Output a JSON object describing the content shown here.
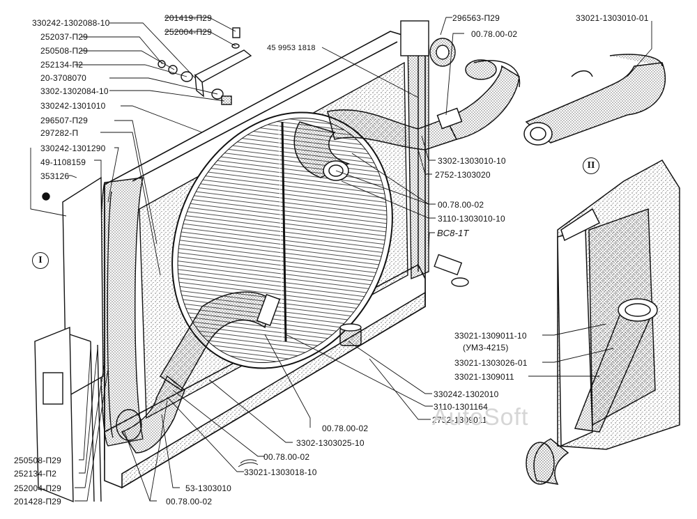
{
  "labels": {
    "l1": "330242-1302088-10",
    "l2": "252037-П29",
    "l3": "250508-П29",
    "l4": "252134-П2",
    "l5": "20-3708070",
    "l6": "3302-1302084-10",
    "l7": "330242-1301010",
    "l8": "296507-П29",
    "l9": "297282-П",
    "l10": "330242-1301290",
    "l11": "49-1108159",
    "l12": "353126",
    "l13": "201419-П29",
    "l14": "252004-П29",
    "l15": "45 9953 1818",
    "l16": "296563-П29",
    "l17": "00.78.00-02",
    "l18": "33021-1303010-01",
    "l19": "3302-1303010-10",
    "l20": "2752-1303020",
    "l21": "00.78.00-02",
    "l22": "3110-1303010-10",
    "l23": "ВС8-1Т",
    "l24": "33021-1309011-10",
    "l25": "(УМЗ-4215)",
    "l26": "33021-1303026-01",
    "l27": "33021-1309011",
    "l28": "330242-1302010",
    "l29": "3110-1301164",
    "l30": "2752-1309011",
    "l31": "00.78.00-02",
    "l32": "3302-1303025-10",
    "l33": "00.78.00-02",
    "l34": "33021-1303018-10",
    "l35": "53-1303010",
    "l36": "00.78.00-02",
    "l37": "250508-П29",
    "l38": "252134-П2",
    "l39": "252004-П29",
    "l40": "201428-П29"
  },
  "views": {
    "v1": "I",
    "v2": "II"
  },
  "watermark": "AutoSoft"
}
